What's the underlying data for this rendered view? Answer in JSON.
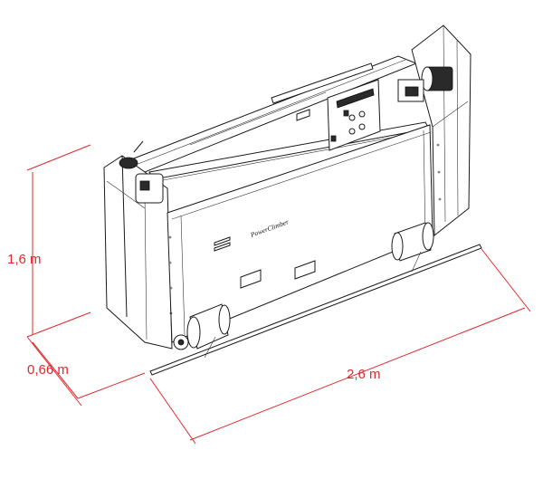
{
  "dimensions": {
    "height_label": "1,6 m",
    "depth_label": "0,66 m",
    "width_label": "2,6 m"
  },
  "brand_text": "PowerClimber",
  "colors": {
    "dimension": "#e0282e",
    "ink": "#1a1a1a",
    "background": "#ffffff"
  }
}
